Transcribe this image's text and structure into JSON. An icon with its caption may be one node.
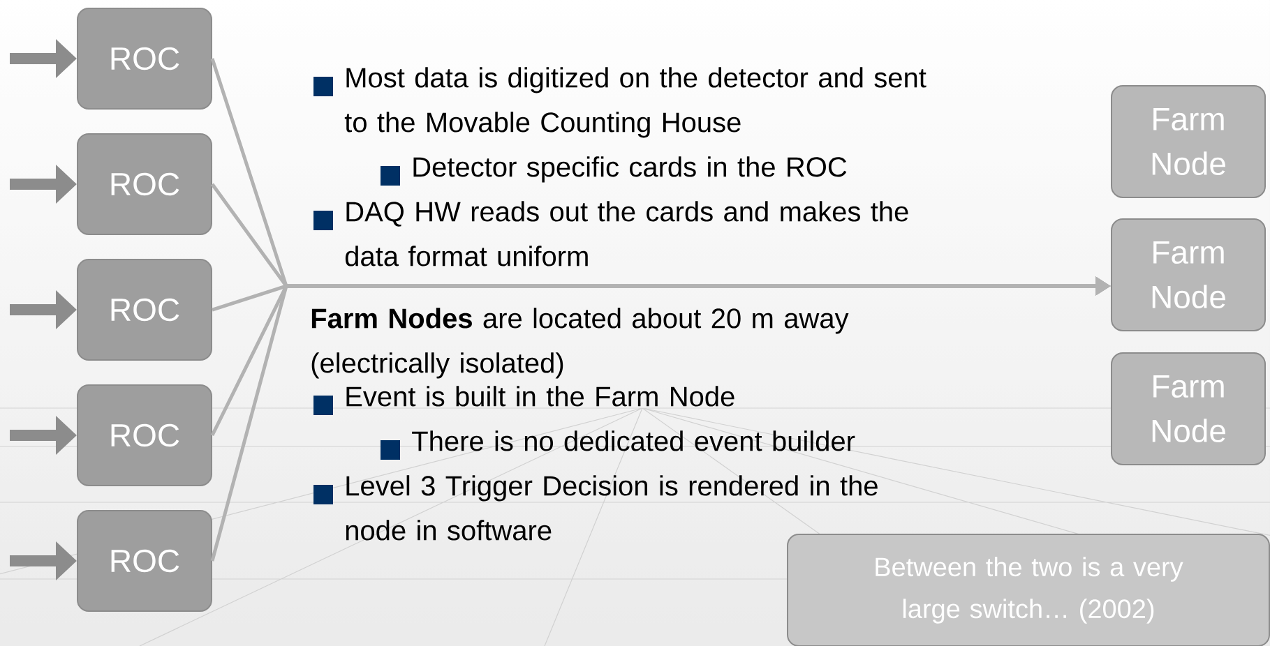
{
  "diagram": {
    "nodes": [
      {
        "text": [
          "ROC"
        ]
      },
      {
        "text": [
          "ROC"
        ]
      },
      {
        "text": [
          "ROC"
        ]
      },
      {
        "text": [
          "ROC"
        ]
      },
      {
        "text": [
          "ROC"
        ]
      },
      {
        "text": [
          "Farm Node"
        ]
      },
      {
        "text": [
          "Farm Node"
        ]
      },
      {
        "text": [
          "Farm Node"
        ]
      },
      {
        "text": [
          "Between the two is a very large switch… (2002)"
        ]
      }
    ],
    "edges": [
      {
        "from": null,
        "to": 0,
        "arrow": "to",
        "style": "thick"
      },
      {
        "from": null,
        "to": 1,
        "arrow": "to",
        "style": "thick"
      },
      {
        "from": null,
        "to": 2,
        "arrow": "to",
        "style": "thick"
      },
      {
        "from": null,
        "to": 3,
        "arrow": "to",
        "style": "thick"
      },
      {
        "from": null,
        "to": 4,
        "arrow": "to",
        "style": "thick"
      },
      {
        "from": 0,
        "to": 6,
        "arrow": "to"
      },
      {
        "from": 1,
        "to": 6,
        "arrow": "to"
      },
      {
        "from": 2,
        "to": 6,
        "arrow": "to"
      },
      {
        "from": 3,
        "to": 6,
        "arrow": "to"
      },
      {
        "from": 4,
        "to": 6,
        "arrow": "to"
      }
    ],
    "labels": [
      "Most data is digitized on the detector and sent to the Movable Counting House",
      "Detector specific cards in the ROC",
      "DAQ HW reads out the cards and makes the data format uniform",
      "**Farm Nodes** are located about 20 m away (electrically isolated)",
      "Event is built in the Farm Node",
      "There is no dedicated event builder",
      "Level 3 Trigger Decision is rendered in the node in software"
    ]
  }
}
